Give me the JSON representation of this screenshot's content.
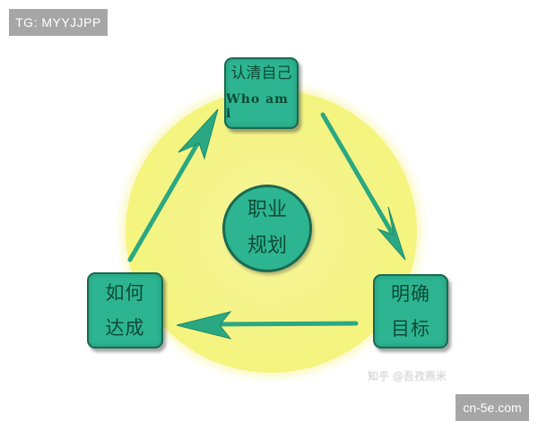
{
  "badges": {
    "top_left": "TG: MYYJJPP",
    "bottom_right": "cn-5e.com"
  },
  "diagram": {
    "title_center": [
      "职业",
      "规划"
    ],
    "nodes": [
      {
        "id": "top",
        "lines": [
          "认清自己"
        ],
        "subtitle": "Who am i"
      },
      {
        "id": "right",
        "lines": [
          "明确",
          "目标"
        ]
      },
      {
        "id": "left",
        "lines": [
          "如何",
          "达成"
        ]
      }
    ],
    "flow": [
      "认清自己 → 明确目标",
      "明确目标 → 如何达成",
      "如何达成 → 认清自己"
    ],
    "colors": {
      "node_fill": "#2db592",
      "node_border": "#1a6a50",
      "text": "#0f4a35",
      "arrow": "#2aa882",
      "background_disc": "#f4f47e"
    }
  },
  "watermark": "知乎 @吾孜燕米"
}
